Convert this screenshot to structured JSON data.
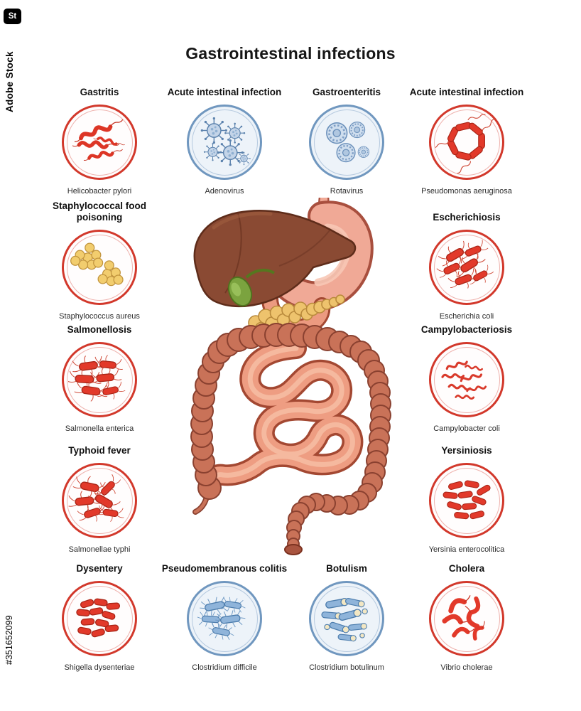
{
  "watermark": {
    "brand": "Adobe Stock",
    "id": "#351652099",
    "logo": "St"
  },
  "title": "Gastrointestinal infections",
  "cells": [
    {
      "disease": "Gastritis",
      "pathogen": "Helicobacter pylori",
      "ring": "red"
    },
    {
      "disease": "Acute intestinal infection",
      "pathogen": "Adenovirus",
      "ring": "blue"
    },
    {
      "disease": "Gastroenteritis",
      "pathogen": "Rotavirus",
      "ring": "blue"
    },
    {
      "disease": "Acute intestinal infection",
      "pathogen": "Pseudomonas aeruginosa",
      "ring": "red"
    },
    {
      "disease": "Staphylococcal food poisoning",
      "pathogen": "Staphylococcus aureus",
      "ring": "red"
    },
    {
      "disease": "Escherichiosis",
      "pathogen": "Escherichia coli",
      "ring": "red"
    },
    {
      "disease": "Salmonellosis",
      "pathogen": "Salmonella enterica",
      "ring": "red"
    },
    {
      "disease": "Campylobacteriosis",
      "pathogen": "Campylobacter coli",
      "ring": "red"
    },
    {
      "disease": "Typhoid fever",
      "pathogen": "Salmonellae typhi",
      "ring": "red"
    },
    {
      "disease": "Yersiniosis",
      "pathogen": "Yersinia enterocolitica",
      "ring": "red"
    },
    {
      "disease": "Dysentery",
      "pathogen": "Shigella dysenteriae",
      "ring": "red"
    },
    {
      "disease": "Pseudomembranous colitis",
      "pathogen": "Clostridium difficile",
      "ring": "blue"
    },
    {
      "disease": "Botulism",
      "pathogen": "Clostridium botulinum",
      "ring": "blue"
    },
    {
      "disease": "Cholera",
      "pathogen": "Vibrio cholerae",
      "ring": "red"
    }
  ],
  "anatomy": {
    "depicts": "human digestive system",
    "organs": [
      "esophagus",
      "stomach",
      "liver",
      "gallbladder",
      "pancreas",
      "small intestine",
      "large intestine",
      "rectum"
    ]
  },
  "colors": {
    "red_ring": "#d2382b",
    "blue_ring": "#7097bf",
    "red_bacteria": "#e2392a",
    "blue_bacteria": "#8fb4da",
    "cocci_yellow": "#f2cd6e",
    "liver": "#8a4a33",
    "stomach": "#f0a996",
    "gallbladder": "#7ba33f",
    "pancreas": "#eec36d",
    "small_intestine": "#ee9d82",
    "large_intestine": "#c97258"
  }
}
